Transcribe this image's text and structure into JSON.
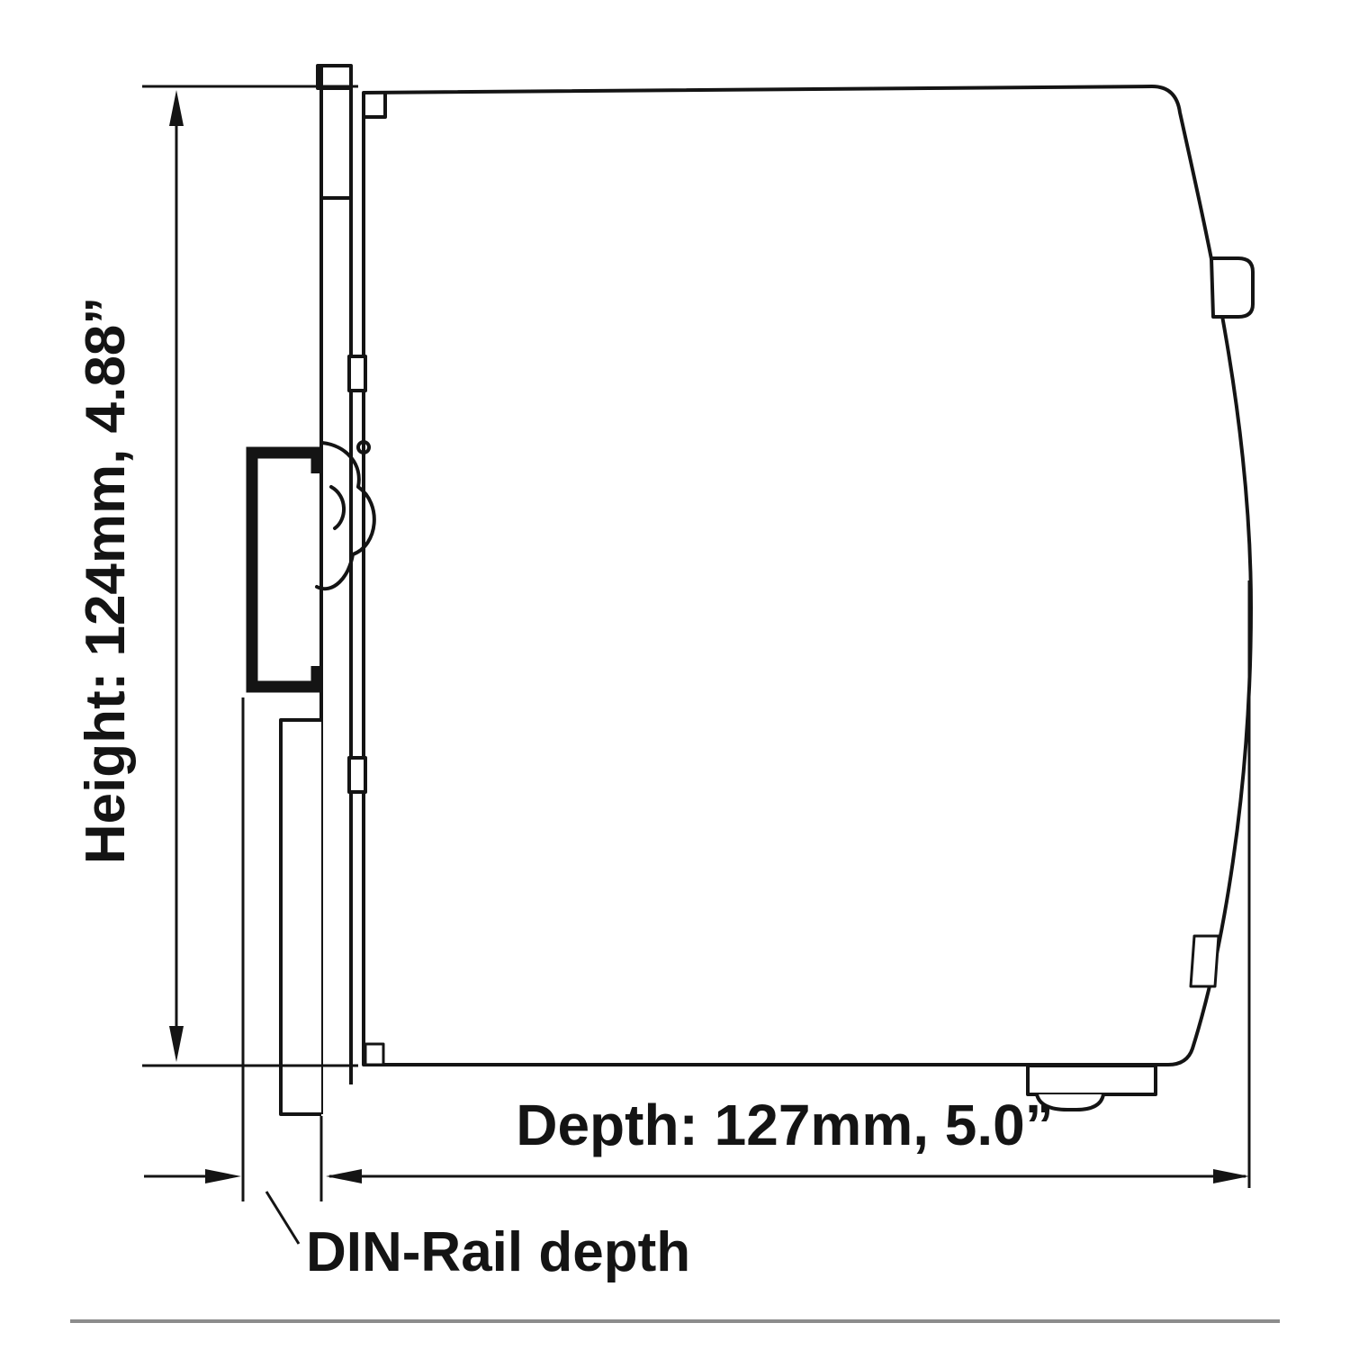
{
  "diagram": {
    "title": "DIN-rail device side-view dimension drawing",
    "height_label": "Height: 124mm,  4.88”",
    "depth_label": "Depth: 127mm,  5.0”",
    "din_rail_label": "DIN-Rail depth",
    "line_color": "#141414",
    "divider_color": "#8c8c8c"
  }
}
